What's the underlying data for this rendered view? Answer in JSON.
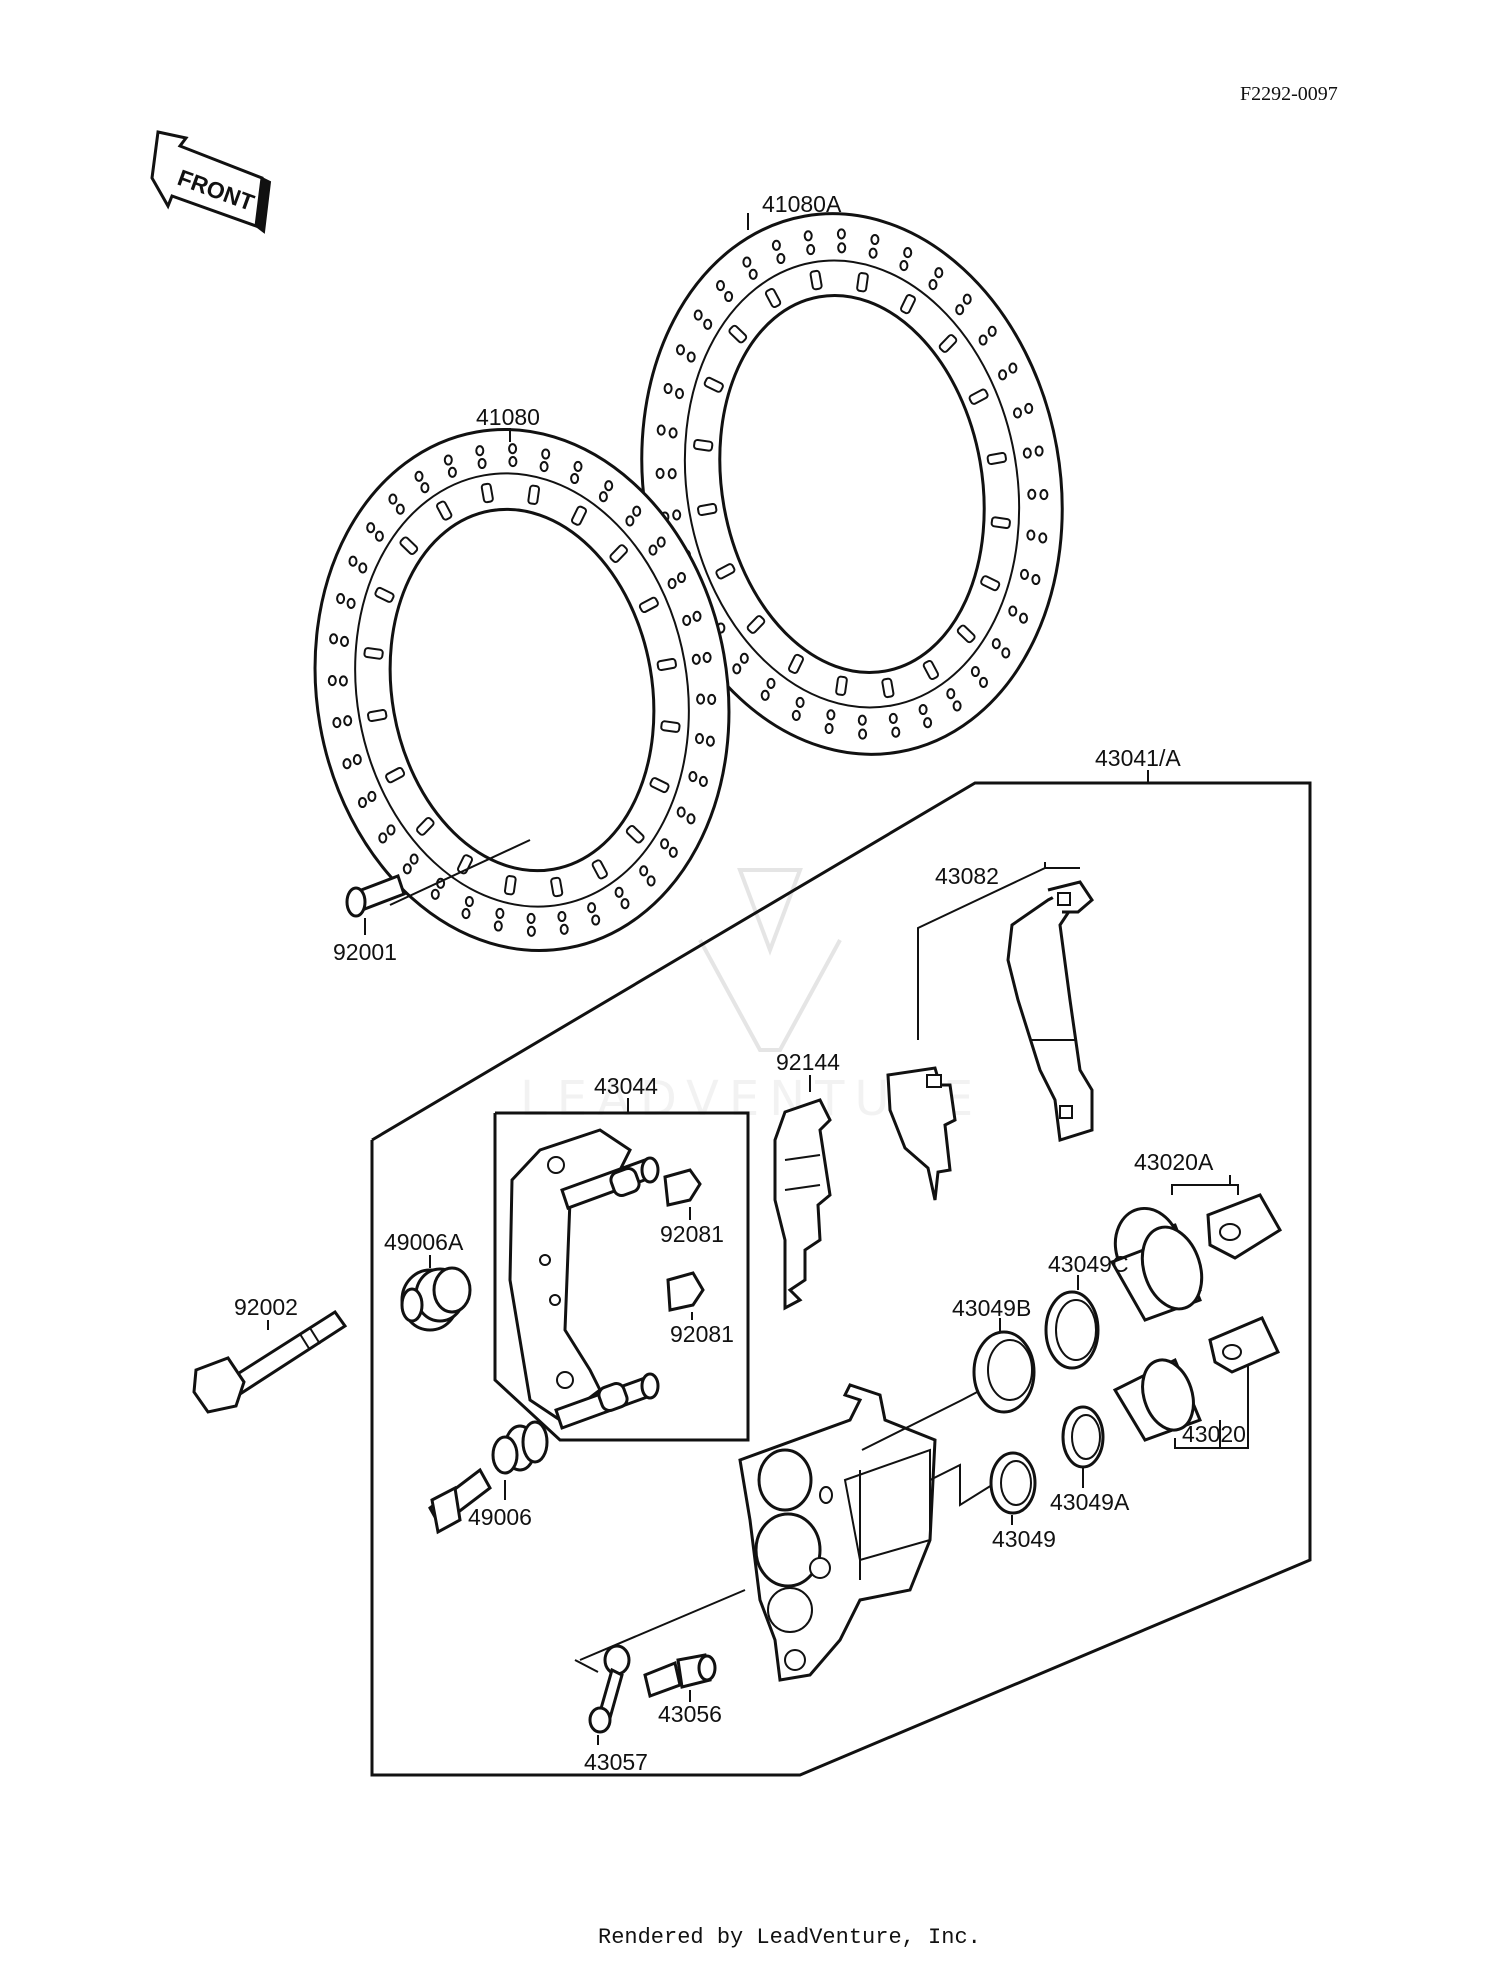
{
  "diagram_code": "F2292-0097",
  "front_arrow": {
    "label": "FRONT",
    "icon": "front-arrow-icon"
  },
  "watermark": "LEADVENTURE",
  "footer": "Rendered by LeadVenture, Inc.",
  "parts": {
    "p41080A": "41080A",
    "p41080": "41080",
    "p92001": "92001",
    "p43041A": "43041/A",
    "p43082": "43082",
    "p92144": "92144",
    "p43044": "43044",
    "p92081a": "92081",
    "p92081b": "92081",
    "p49006A": "49006A",
    "p92002": "92002",
    "p43020A": "43020A",
    "p43049C": "43049C",
    "p43049B": "43049B",
    "p43020": "43020",
    "p43049A": "43049A",
    "p43049": "43049",
    "p49006": "49006",
    "p43056": "43056",
    "p43057": "43057"
  }
}
